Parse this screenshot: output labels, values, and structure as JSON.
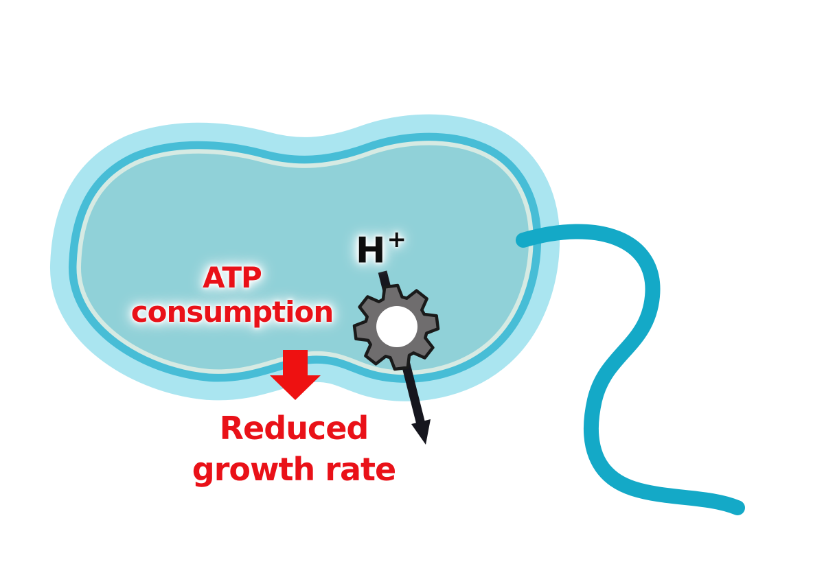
{
  "figure": {
    "type": "biology-diagram",
    "subject": "Bacterial cell with flagellum showing proton flux through a motor (gear) causing ATP consumption and reduced growth rate",
    "labels": {
      "atp": {
        "line1": "ATP",
        "line2": "consumption"
      },
      "proton": {
        "symbol": "H",
        "charge": "+"
      },
      "outcome": {
        "line1": "Reduced",
        "line2": "growth rate"
      }
    },
    "icons": {
      "motor": "gear-icon",
      "consequence": "red-down-block-arrow-icon",
      "proton_flux": "proton-flux-arrow-icon",
      "appendage": "flagellum-tail"
    },
    "colors": {
      "background": "#ffffff",
      "cell_outer": "#aae5f0",
      "cell_membrane_band": "#47bdd6",
      "cell_inner_line": "#d6eae3",
      "cytoplasm": "#90d1d8",
      "flagellum": "#14a9c7",
      "gear_fill": "#6f6d6e",
      "gear_outline": "#1a1a1a",
      "gear_hub": "#ffffff",
      "label_red": "#e91118",
      "label_black": "#0d0d0d",
      "red_arrow": "#ee1111",
      "flux_arrow": "#16161e"
    }
  }
}
